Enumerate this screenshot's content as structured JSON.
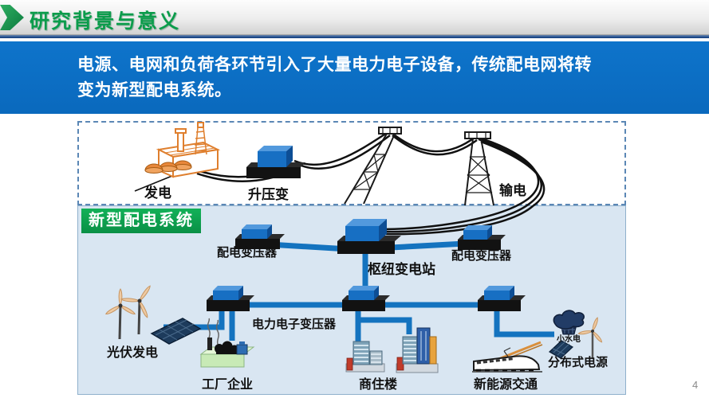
{
  "header": {
    "title": "研究背景与意义"
  },
  "banner": {
    "line1": "电源、电网和负荷各环节引入了大量电力电子设备，传统配电网将转",
    "line2": "变为新型配电系统。"
  },
  "diagram": {
    "badge": "新型配电系统",
    "labels": {
      "generation": "发电",
      "step_up_transformer": "升压变",
      "transmission": "输电",
      "dist_transformer_left": "配电变压器",
      "dist_transformer_right": "配电变压器",
      "hub_substation": "枢纽变电站",
      "power_electronic_transformer": "电力电子变压器",
      "pv_generation": "光伏发电",
      "factory": "工厂企业",
      "commercial_residential": "商住楼",
      "new_energy_transport": "新能源交通",
      "small_hydro": "小水电",
      "distributed_power": "分布式电源"
    },
    "icons": [
      "power-plant-icon",
      "step-up-transformer-icon",
      "transmission-tower-icon",
      "power-line-icon",
      "hub-substation-icon",
      "distribution-transformer-icon",
      "power-electronic-transformer-icon",
      "wind-turbine-icon",
      "solar-panel-icon",
      "factory-icon",
      "building-icon",
      "train-icon",
      "small-hydro-icon"
    ]
  },
  "page_number": "4",
  "colors": {
    "title_green": "#0b9c4b",
    "banner_blue": "#0c6ec4",
    "badge_green": "#0ea24d",
    "panel_blue": "#d9e6f2",
    "line_blue": "#1473bf",
    "box_blue": "#176fc3",
    "plant_orange": "#df7f2e"
  }
}
